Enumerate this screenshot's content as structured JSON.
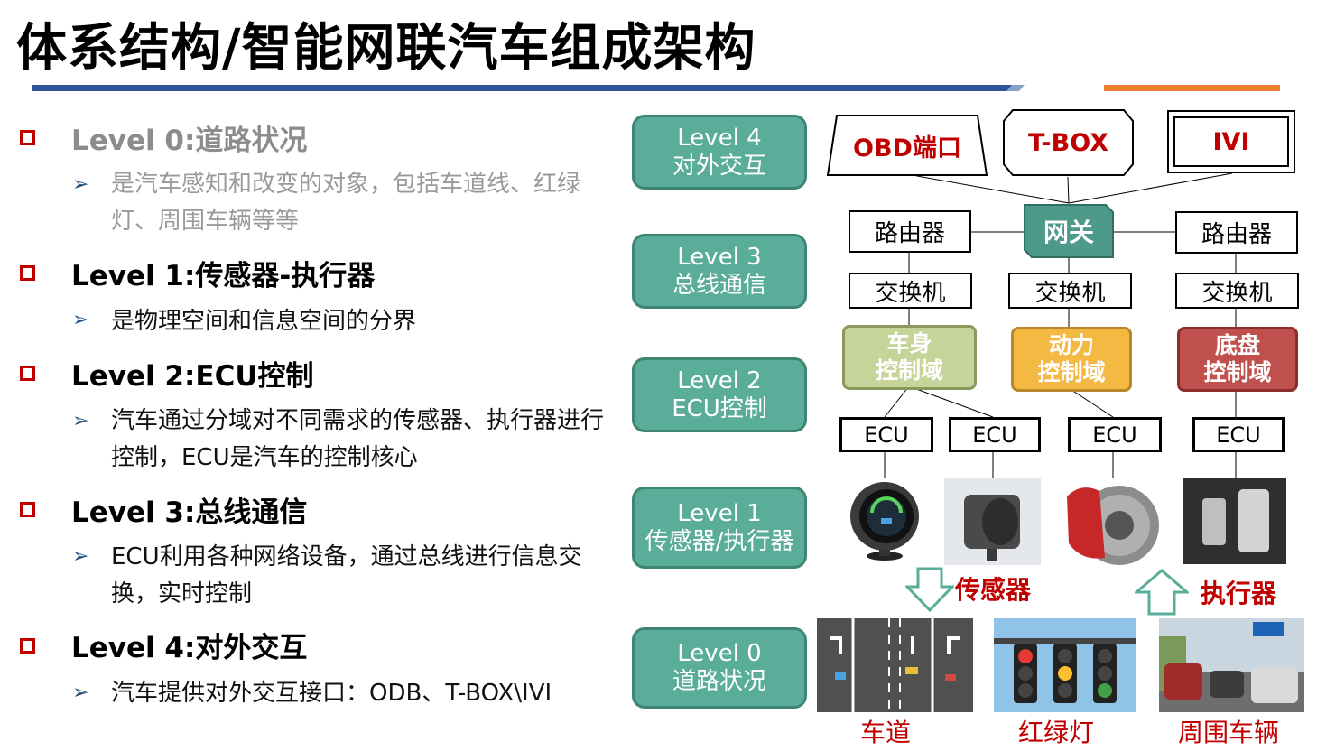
{
  "title": "体系结构/智能网联汽车组成架构",
  "outline": [
    {
      "label": "Level 0:道路状况",
      "desc": "是汽车感知和改变的对象，包括车道线、红绿灯、周围车辆等等"
    },
    {
      "label": "Level 1:传感器-执行器",
      "desc": "是物理空间和信息空间的分界"
    },
    {
      "label": "Level 2:ECU控制",
      "desc": "汽车通过分域对不同需求的传感器、执行器进行控制，ECU是汽车的控制核心"
    },
    {
      "label": "Level 3:总线通信",
      "desc": "ECU利用各种网络设备，通过总线进行信息交换，实时控制"
    },
    {
      "label": "Level 4:对外交互",
      "desc": "汽车提供对外交互接口：ODB、T-BOX\\IVI"
    }
  ],
  "levels": [
    {
      "line1": "Level 4",
      "line2": "对外交互"
    },
    {
      "line1": "Level 3",
      "line2": "总线通信"
    },
    {
      "line1": "Level 2",
      "line2": "ECU控制"
    },
    {
      "line1": "Level 1",
      "line2": "传感器/执行器"
    },
    {
      "line1": "Level 0",
      "line2": "道路状况"
    }
  ],
  "interfaces": {
    "obd": "OBD端口",
    "tbox": "T-BOX",
    "ivi": "IVI"
  },
  "gateway": "网关",
  "router": "路由器",
  "switch": "交换机",
  "domains": [
    {
      "line1": "车身",
      "line2": "控制域",
      "color": "#c6d49a"
    },
    {
      "line1": "动力",
      "line2": "控制域",
      "color": "#f4b942"
    },
    {
      "line1": "底盘",
      "line2": "控制域",
      "color": "#c0504d"
    }
  ],
  "ecu": "ECU",
  "sensor_label": "传感器",
  "actuator_label": "执行器",
  "road_labels": {
    "lane": "车道",
    "light": "红绿灯",
    "cars": "周围车辆"
  },
  "colors": {
    "accent_red": "#c00000",
    "level_green": "#5aae99",
    "gateway": "#4e9a8a"
  }
}
